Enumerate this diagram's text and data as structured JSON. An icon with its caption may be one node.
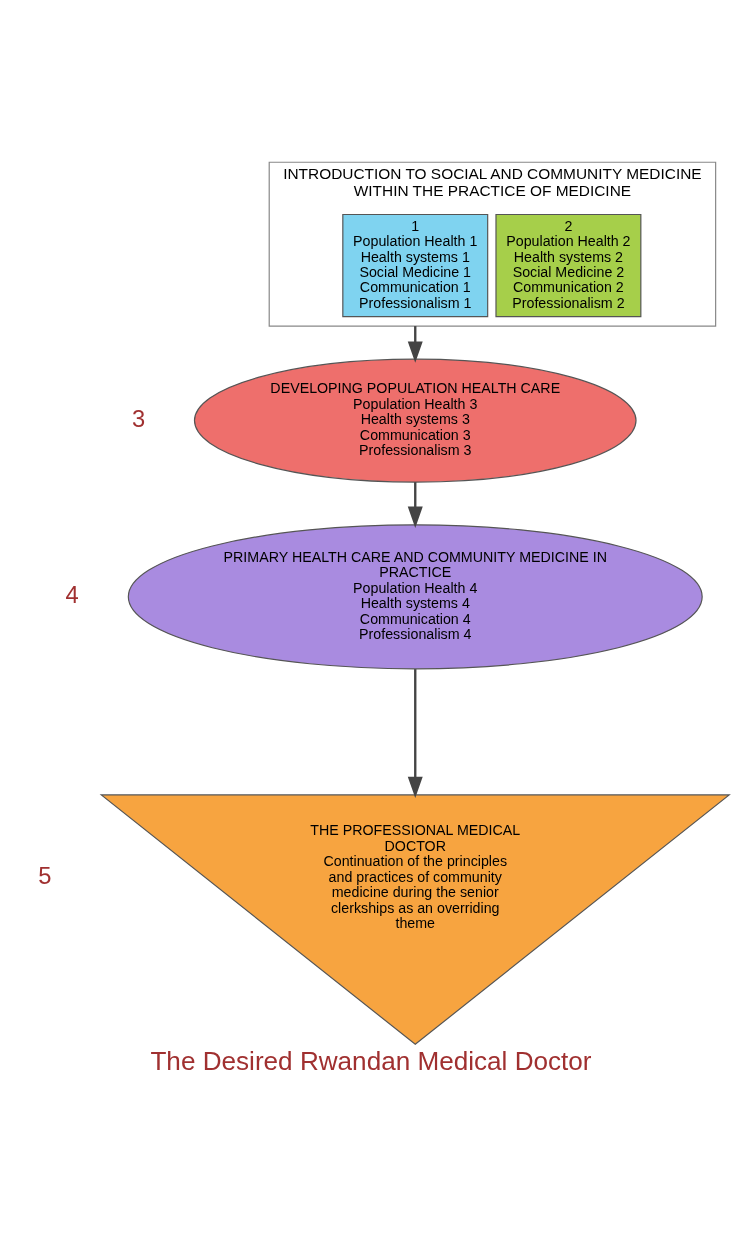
{
  "diagram": {
    "caption": "The Desired Rwandan Medical Doctor",
    "nodes": [
      {
        "text": [
          "INTRODUCTION TO SOCIAL AND COMMUNITY MEDICINE WITHIN THE PRACTICE OF MEDICINE"
        ]
      },
      {
        "text": [
          "1",
          "Population Health 1",
          "Health systems 1",
          "Social Medicine 1",
          "Communication 1",
          "Professionalism 1"
        ],
        "in": 0
      },
      {
        "text": [
          "2",
          "Population Health 2",
          "Health systems 2",
          "Social Medicine 2",
          "Communication 2",
          "Professionalism 2"
        ],
        "in": 0
      },
      {
        "text": [
          "DEVELOPING POPULATION HEALTH CARE",
          "Population Health 3",
          "Health systems 3",
          "Communication 3",
          "Professionalism 3"
        ],
        "beside": [
          "3"
        ]
      },
      {
        "text": [
          "PRIMARY HEALTH CARE AND COMMUNITY MEDICINE IN PRACTICE",
          "Population Health 4",
          "Health systems 4",
          "Communication 4",
          "Professionalism 4"
        ],
        "beside": [
          "4"
        ]
      },
      {
        "text": [
          "THE PROFESSIONAL MEDICAL DOCTOR",
          "Continuation of the principles and practices of community medicine during the senior clerkships as an overriding theme"
        ],
        "beside": [
          "5"
        ]
      }
    ],
    "edges": [
      {
        "from": 0,
        "to": 3,
        "arrow": "to"
      },
      {
        "from": 3,
        "to": 4,
        "arrow": "to"
      },
      {
        "from": 4,
        "to": 5,
        "arrow": "to"
      }
    ]
  }
}
